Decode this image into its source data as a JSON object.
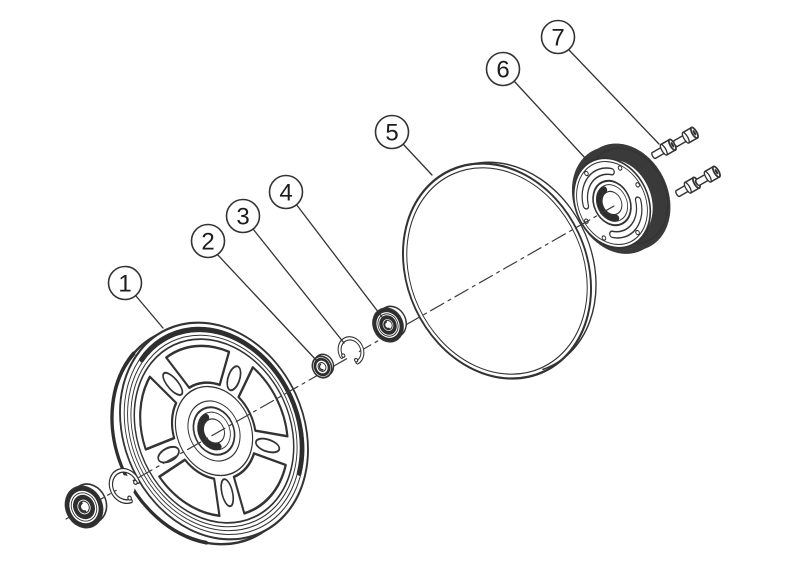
{
  "figure": {
    "background_color": "#ffffff",
    "line_color": "#333333",
    "dark_fill_color": "#2e2e2e",
    "callouts": [
      {
        "label": "1"
      },
      {
        "label": "2"
      },
      {
        "label": "3"
      },
      {
        "label": "4"
      },
      {
        "label": "5"
      },
      {
        "label": "6"
      },
      {
        "label": "7"
      }
    ]
  }
}
